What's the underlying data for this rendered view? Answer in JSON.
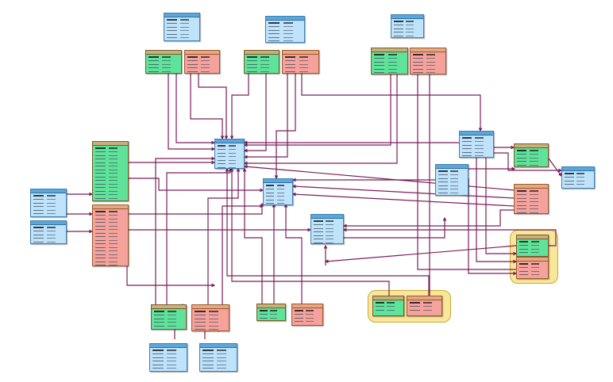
{
  "diagram": {
    "colors": {
      "line": "#7a1e5a",
      "entity": "#bfe3fb",
      "green_entity": "#5fe39a",
      "red_entity": "#f5a29c",
      "highlight": "#f8e79a"
    },
    "tables": [
      {
        "id": "t1",
        "kind": "blue",
        "rows": 7
      },
      {
        "id": "t2",
        "kind": "blue",
        "rows": 7
      },
      {
        "id": "t3",
        "kind": "blue",
        "rows": 7
      },
      {
        "id": "t4",
        "kind": "green",
        "rows": 8
      },
      {
        "id": "t5",
        "kind": "red",
        "rows": 8
      },
      {
        "id": "t6",
        "kind": "green",
        "rows": 8
      },
      {
        "id": "t7",
        "kind": "red",
        "rows": 8
      },
      {
        "id": "t8",
        "kind": "green",
        "rows": 8
      },
      {
        "id": "t9",
        "kind": "red",
        "rows": 8
      },
      {
        "id": "t10",
        "kind": "blue",
        "rows": 6
      },
      {
        "id": "t11",
        "kind": "blue",
        "rows": 6
      },
      {
        "id": "t12",
        "kind": "green",
        "rows": 24
      },
      {
        "id": "t13",
        "kind": "red",
        "rows": 24
      },
      {
        "id": "t14",
        "kind": "blue",
        "rows": 7
      },
      {
        "id": "t15",
        "kind": "blue",
        "rows": 7
      },
      {
        "id": "t16",
        "kind": "blue",
        "rows": 7
      },
      {
        "id": "t17",
        "kind": "blue",
        "rows": 7
      },
      {
        "id": "t18",
        "kind": "blue",
        "rows": 7
      },
      {
        "id": "t19",
        "kind": "green",
        "rows": 7
      },
      {
        "id": "t20",
        "kind": "red",
        "rows": 8
      },
      {
        "id": "t21",
        "kind": "blue",
        "rows": 5
      },
      {
        "id": "t22",
        "kind": "green",
        "rows": 5
      },
      {
        "id": "t23",
        "kind": "red",
        "rows": 5
      },
      {
        "id": "t24",
        "kind": "green",
        "rows": 3
      },
      {
        "id": "t25",
        "kind": "red",
        "rows": 3
      },
      {
        "id": "t26",
        "kind": "green",
        "rows": 8
      },
      {
        "id": "t27",
        "kind": "red",
        "rows": 8
      },
      {
        "id": "t28",
        "kind": "green",
        "rows": 4
      },
      {
        "id": "t29",
        "kind": "red",
        "rows": 6
      },
      {
        "id": "t30",
        "kind": "blue",
        "rows": 7
      },
      {
        "id": "t31",
        "kind": "blue",
        "rows": 7
      }
    ]
  }
}
